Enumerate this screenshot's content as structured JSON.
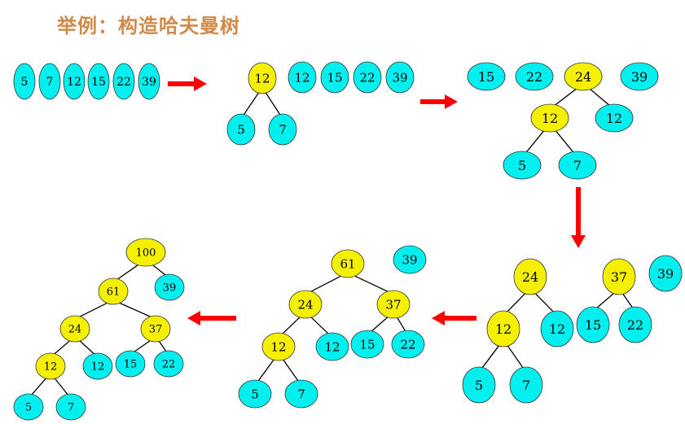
{
  "title": "举例：构造哈夫曼树",
  "colors": {
    "leaf": "#00f0f0",
    "internal": "#f5f000",
    "arrow": "#ff0000",
    "title": "#d08a4a",
    "edge": "#000000"
  },
  "steps": [
    {
      "id": "step1",
      "forest": [
        "5",
        "7",
        "12",
        "15",
        "22",
        "39"
      ]
    },
    {
      "id": "step2",
      "trees": [
        {
          "value": "12",
          "kind": "internal",
          "children": [
            {
              "value": "5",
              "kind": "leaf"
            },
            {
              "value": "7",
              "kind": "leaf"
            }
          ]
        },
        {
          "value": "12",
          "kind": "leaf"
        },
        {
          "value": "15",
          "kind": "leaf"
        },
        {
          "value": "22",
          "kind": "leaf"
        },
        {
          "value": "39",
          "kind": "leaf"
        }
      ]
    },
    {
      "id": "step3",
      "trees": [
        {
          "value": "15",
          "kind": "leaf"
        },
        {
          "value": "22",
          "kind": "leaf"
        },
        {
          "value": "24",
          "kind": "internal",
          "children": [
            {
              "value": "12",
              "kind": "internal",
              "children": [
                {
                  "value": "5",
                  "kind": "leaf"
                },
                {
                  "value": "7",
                  "kind": "leaf"
                }
              ]
            },
            {
              "value": "12",
              "kind": "leaf"
            }
          ]
        },
        {
          "value": "39",
          "kind": "leaf"
        }
      ]
    },
    {
      "id": "step4",
      "trees": [
        {
          "value": "24",
          "kind": "internal",
          "children": [
            {
              "value": "12",
              "kind": "internal",
              "children": [
                {
                  "value": "5",
                  "kind": "leaf"
                },
                {
                  "value": "7",
                  "kind": "leaf"
                }
              ]
            },
            {
              "value": "12",
              "kind": "leaf"
            }
          ]
        },
        {
          "value": "37",
          "kind": "internal",
          "children": [
            {
              "value": "15",
              "kind": "leaf"
            },
            {
              "value": "22",
              "kind": "leaf"
            }
          ]
        },
        {
          "value": "39",
          "kind": "leaf"
        }
      ]
    },
    {
      "id": "step5",
      "trees": [
        {
          "value": "61",
          "kind": "internal",
          "children": [
            {
              "value": "24",
              "kind": "internal",
              "children": [
                {
                  "value": "12",
                  "kind": "internal",
                  "children": [
                    {
                      "value": "5",
                      "kind": "leaf"
                    },
                    {
                      "value": "7",
                      "kind": "leaf"
                    }
                  ]
                },
                {
                  "value": "12",
                  "kind": "leaf"
                }
              ]
            },
            {
              "value": "37",
              "kind": "internal",
              "children": [
                {
                  "value": "15",
                  "kind": "leaf"
                },
                {
                  "value": "22",
                  "kind": "leaf"
                }
              ]
            }
          ]
        },
        {
          "value": "39",
          "kind": "leaf"
        }
      ]
    },
    {
      "id": "step6",
      "trees": [
        {
          "value": "100",
          "kind": "internal",
          "children": [
            {
              "value": "61",
              "kind": "internal",
              "children": [
                {
                  "value": "24",
                  "kind": "internal",
                  "children": [
                    {
                      "value": "12",
                      "kind": "internal",
                      "children": [
                        {
                          "value": "5",
                          "kind": "leaf"
                        },
                        {
                          "value": "7",
                          "kind": "leaf"
                        }
                      ]
                    },
                    {
                      "value": "12",
                      "kind": "leaf"
                    }
                  ]
                },
                {
                  "value": "37",
                  "kind": "internal",
                  "children": [
                    {
                      "value": "15",
                      "kind": "leaf"
                    },
                    {
                      "value": "22",
                      "kind": "leaf"
                    }
                  ]
                }
              ]
            },
            {
              "value": "39",
              "kind": "leaf"
            }
          ]
        }
      ]
    }
  ]
}
